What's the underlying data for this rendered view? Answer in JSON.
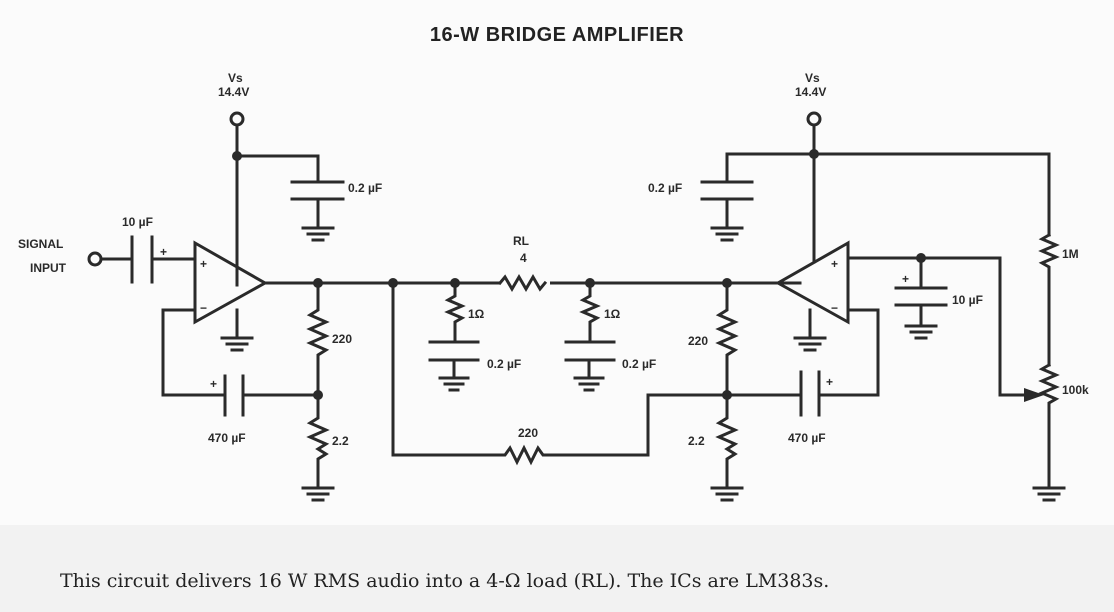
{
  "title": "16-W BRIDGE AMPLIFIER",
  "caption": "This circuit delivers 16 W RMS audio into a 4-Ω load (RL). The ICs are LM383s.",
  "labels": {
    "vs_left_name": "Vs",
    "vs_left_value": "14.4V",
    "vs_right_name": "Vs",
    "vs_right_value": "14.4V",
    "signal_line1": "SIGNAL",
    "signal_line2": "INPUT",
    "cin": "10 µF",
    "cbyp_left": "0.2 µF",
    "cbyp_right": "0.2 µF",
    "r220_left": "220",
    "r22_left": "2.2",
    "c470_left": "470 µF",
    "rl_name": "RL",
    "rl_value": "4",
    "r1_left": "1Ω",
    "r1_right": "1Ω",
    "csn_left": "0.2 µF",
    "csn_right": "0.2 µF",
    "r220_bottom": "220",
    "r220_right": "220",
    "r22_right": "2.2",
    "c470_right": "470 µF",
    "c10_right": "10 µF",
    "r1m": "1M",
    "pot": "100k",
    "plus": "+",
    "minus": "−"
  }
}
